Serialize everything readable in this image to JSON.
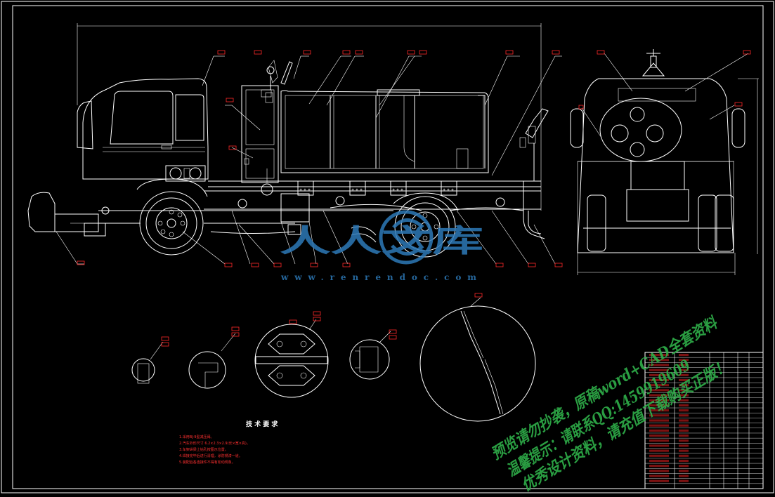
{
  "drawing": {
    "background": "#000000",
    "line_color": "#ffffff",
    "annotation_color": "#ff2a2a",
    "tech_title": "技 术 要 求",
    "tech_notes": [
      "1.采用BJ-9型减压阀。",
      "2.汽车外形尺寸 6.2×2.3×2.9(长×宽×高)。",
      "3.车架纵梁上钻孔按图示位置。",
      "4.焊接完毕后进行清理，涂防锈漆一道。",
      "5.装配后各连接件不得有松动现象。"
    ]
  },
  "watermarks": {
    "brand_cn": "人人文库",
    "brand_url": "www.renrendoc.com",
    "notice_lines": [
      "预览请勿抄袭，原稿word+CAD全套资料",
      "温馨提示：请联系QQ:1459919609",
      "优秀设计资料，请充值下载购买正版！"
    ],
    "green": "#2fb04a",
    "blue": "#2d79b8"
  },
  "icons": {
    "logo": "renrendoc-logo-icon"
  }
}
